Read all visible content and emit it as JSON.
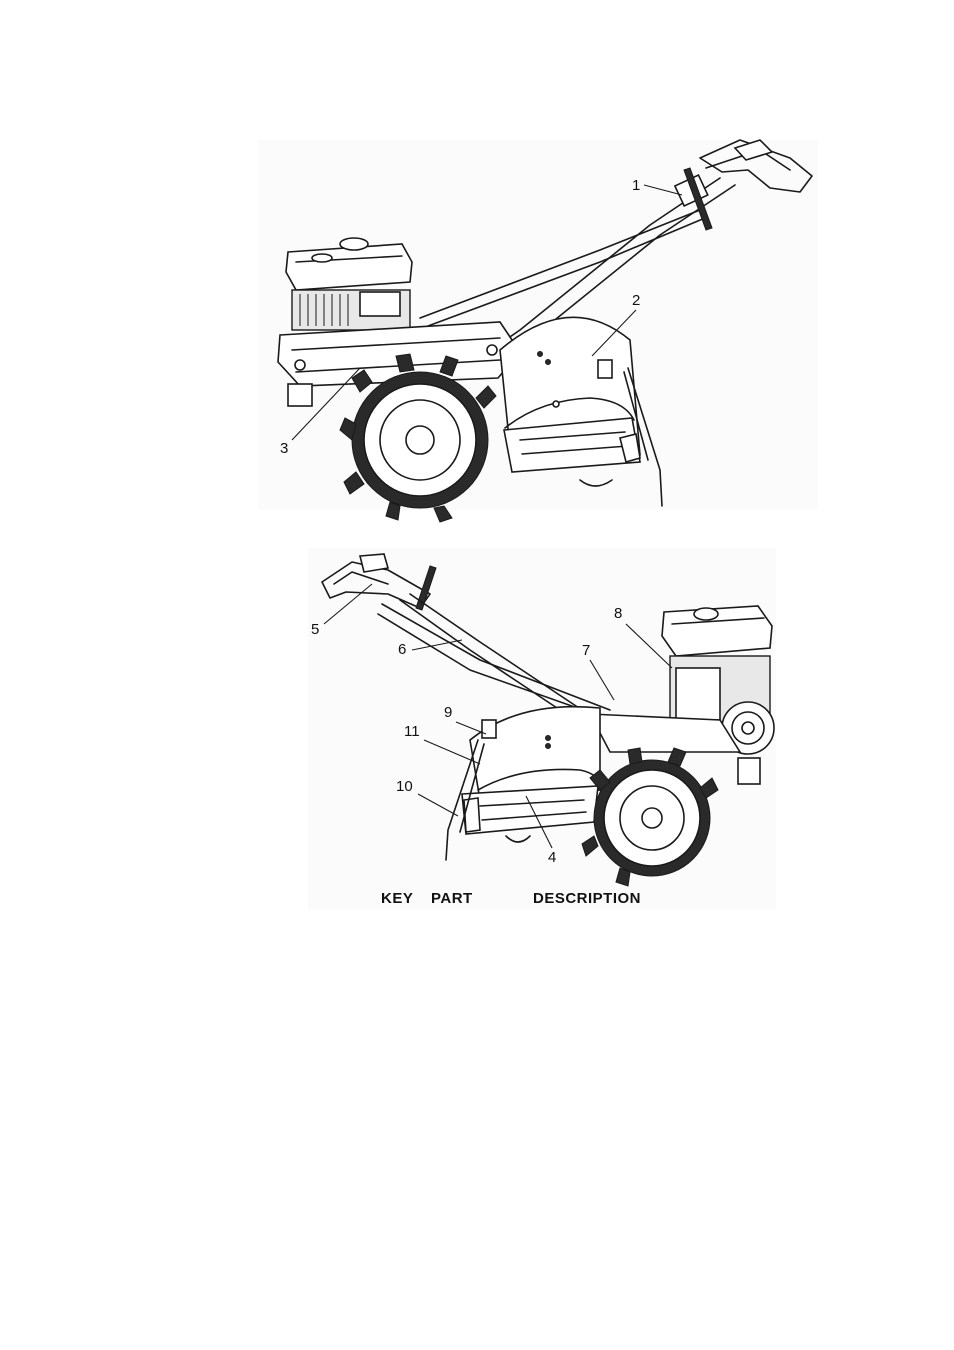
{
  "callouts_top": [
    "1",
    "2",
    "3"
  ],
  "callouts_bottom": [
    "5",
    "6",
    "8",
    "7",
    "9",
    "11",
    "10",
    "4"
  ],
  "table_header": {
    "key": "KEY",
    "part": "PART",
    "description": "DESCRIPTION"
  }
}
